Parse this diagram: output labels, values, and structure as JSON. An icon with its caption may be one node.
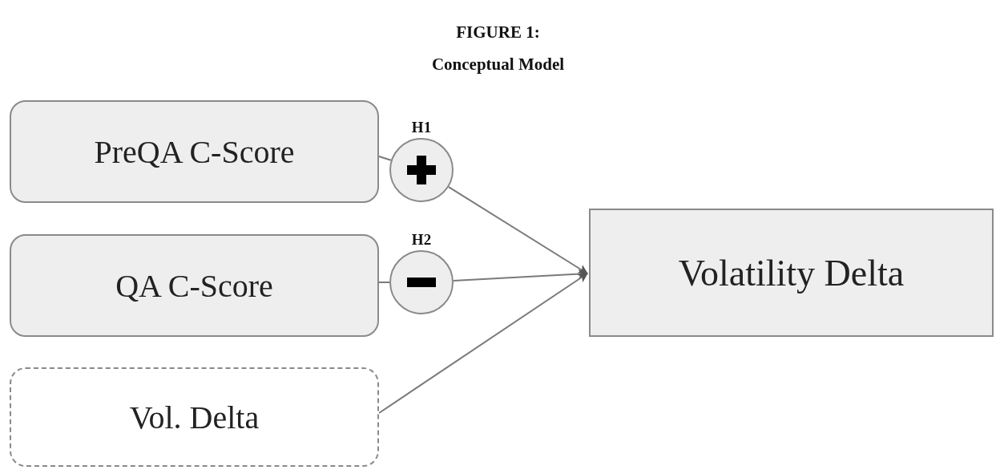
{
  "diagram": {
    "title": "FIGURE 1:",
    "nodes": [
      {
        "text": [
          "PreQA C-Score"
        ]
      },
      {
        "text": [
          "H1"
        ]
      },
      {
        "text": [
          "QA C-Score"
        ]
      },
      {
        "text": [
          "H2"
        ]
      },
      {
        "text": [
          "Vol. Delta"
        ]
      },
      {
        "text": [
          "Volatility Delta"
        ]
      }
    ],
    "edges": [
      {
        "from": 0,
        "to": 1,
        "arrow": "none"
      },
      {
        "from": 1,
        "to": 5,
        "arrow": "to"
      },
      {
        "from": 2,
        "to": 3,
        "arrow": "none"
      },
      {
        "from": 3,
        "to": 5,
        "arrow": "to"
      },
      {
        "from": 4,
        "to": 5,
        "arrow": "to"
      }
    ],
    "labels": [
      "Conceptual Model"
    ]
  }
}
